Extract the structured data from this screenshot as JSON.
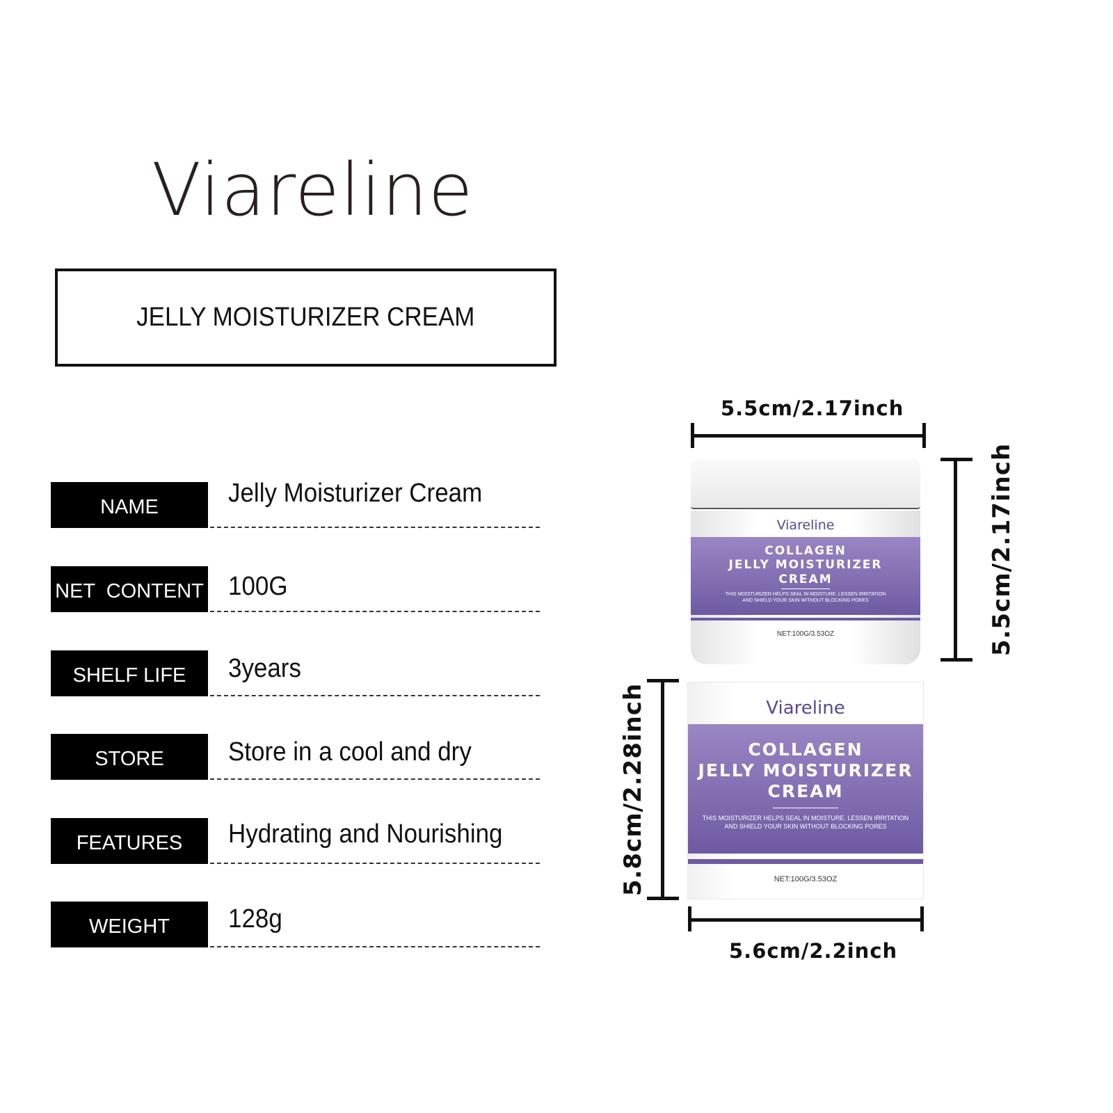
{
  "brand": "Viareline",
  "product_title": "JELLY MOISTURIZER CREAM",
  "specs": [
    {
      "label": "NAME",
      "value": "Jelly Moisturizer Cream"
    },
    {
      "label": "NET  CONTENT",
      "value": "100G"
    },
    {
      "label": "SHELF LIFE",
      "value": "3years"
    },
    {
      "label": "STORE",
      "value": "Store in a cool and dry"
    },
    {
      "label": "FEATURES",
      "value": "Hydrating and Nourishing"
    },
    {
      "label": "WEIGHT",
      "value": "128g"
    }
  ],
  "dimensions": {
    "jar_width": "5.5cm/2.17inch",
    "jar_height": "5.5cm/2.17inch",
    "box_height": "5.8cm/2.28inch",
    "box_width": "5.6cm/2.2inch"
  },
  "package": {
    "brand": "Viareline",
    "title_lines": [
      "COLLAGEN",
      "JELLY MOISTURIZER",
      "CREAM"
    ],
    "description_lines": [
      "THIS MOISTURIZER HELPS SEAL IN MOISTURE. LESSEN IRRITATION",
      "AND SHIELD YOUR SKIN WITHOUT BLOCKING PORES"
    ],
    "net": "NET:100G/3.53OZ"
  },
  "colors": {
    "purple": "#7d69b0",
    "black": "#000000"
  }
}
